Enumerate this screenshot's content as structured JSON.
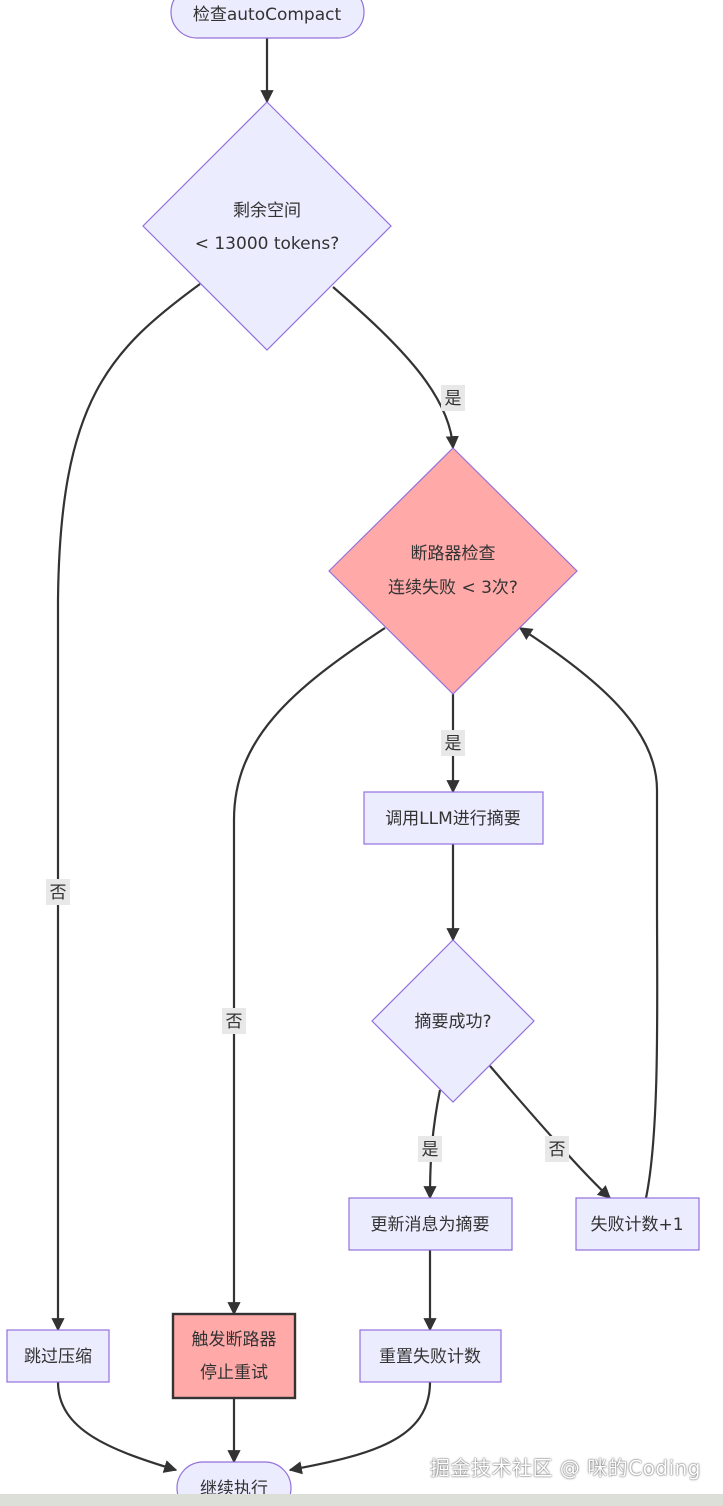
{
  "nodes": {
    "check_auto_compact": "检查autoCompact",
    "remaining_space": [
      "剩余空间",
      "< 13000 tokens?"
    ],
    "circuit_check": [
      "断路器检查",
      "连续失败 < 3次?"
    ],
    "call_llm": "调用LLM进行摘要",
    "summary_success": "摘要成功?",
    "update_messages": "更新消息为摘要",
    "fail_count_inc": "失败计数+1",
    "skip_compress": "跳过压缩",
    "trigger_breaker": [
      "触发断路器",
      "停止重试"
    ],
    "reset_fail_count": "重置失败计数",
    "continue_exec": "继续执行"
  },
  "edge_labels": {
    "remaining_yes": "是",
    "remaining_no": "否",
    "circuit_yes": "是",
    "circuit_no": "否",
    "success_yes": "是",
    "success_no": "否"
  },
  "colors": {
    "node_fill": "#ececff",
    "node_stroke": "#9370db",
    "alert_fill": "#ffa9a9",
    "edge": "#333333"
  },
  "watermark": "掘金技术社区 @ 咪的Coding"
}
